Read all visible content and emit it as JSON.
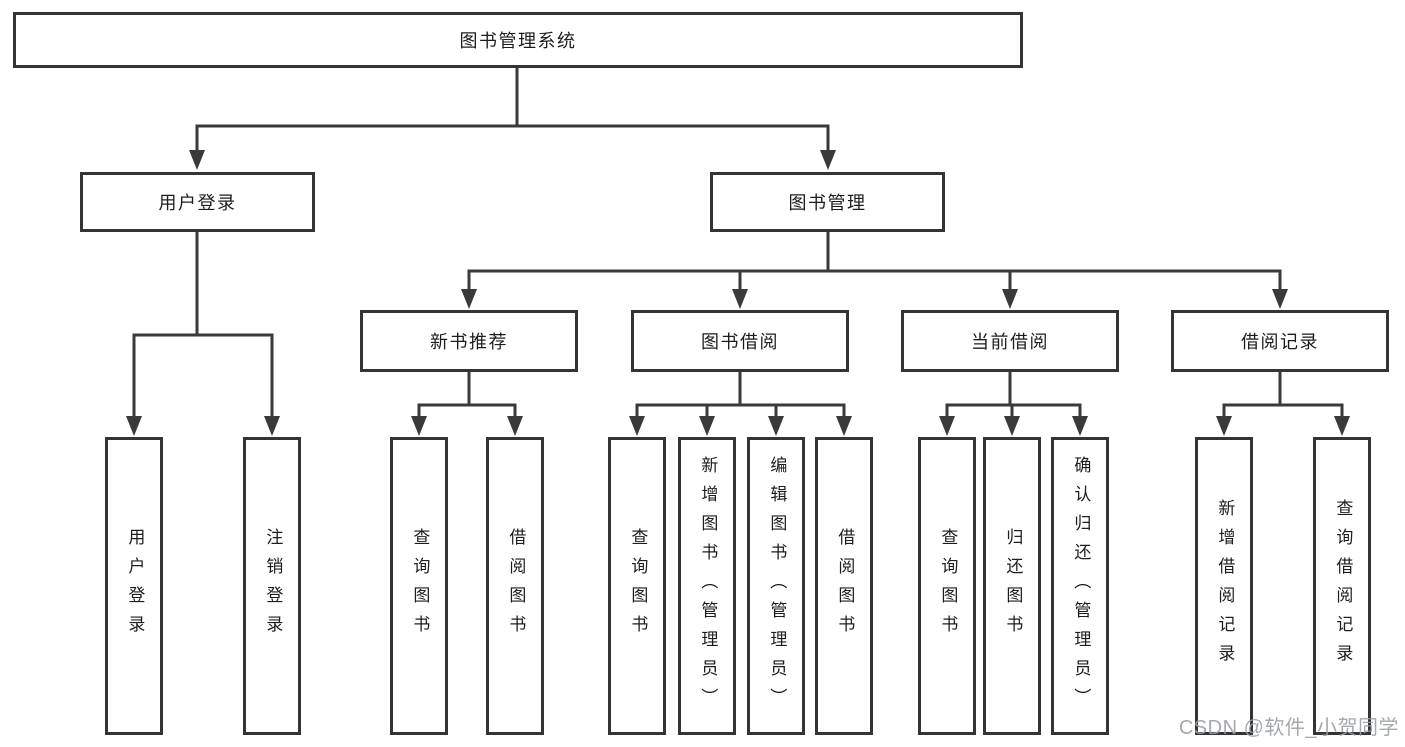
{
  "tree": {
    "root": {
      "label": "图书管理系统"
    },
    "branches": [
      {
        "label": "用户登录",
        "children": [
          {
            "label": "用户登录"
          },
          {
            "label": "注销登录"
          }
        ]
      },
      {
        "label": "图书管理",
        "children": [
          {
            "label": "新书推荐",
            "children": [
              {
                "label": "查询图书"
              },
              {
                "label": "借阅图书"
              }
            ]
          },
          {
            "label": "图书借阅",
            "children": [
              {
                "label": "查询图书"
              },
              {
                "label": "新增图书（管理员）"
              },
              {
                "label": "编辑图书（管理员）"
              },
              {
                "label": "借阅图书"
              }
            ]
          },
          {
            "label": "当前借阅",
            "children": [
              {
                "label": "查询图书"
              },
              {
                "label": "归还图书"
              },
              {
                "label": "确认归还（管理员）"
              }
            ]
          },
          {
            "label": "借阅记录",
            "children": [
              {
                "label": "新增借阅记录"
              },
              {
                "label": "查询借阅记录"
              }
            ]
          }
        ]
      }
    ]
  },
  "watermark": {
    "text": "CSDN @软件_小贺同学"
  },
  "colors": {
    "line": "#3a3a3a",
    "box_border": "#343434",
    "text": "#1d1d1f",
    "watermark": "#9aa0a6",
    "background": "#ffffff"
  }
}
